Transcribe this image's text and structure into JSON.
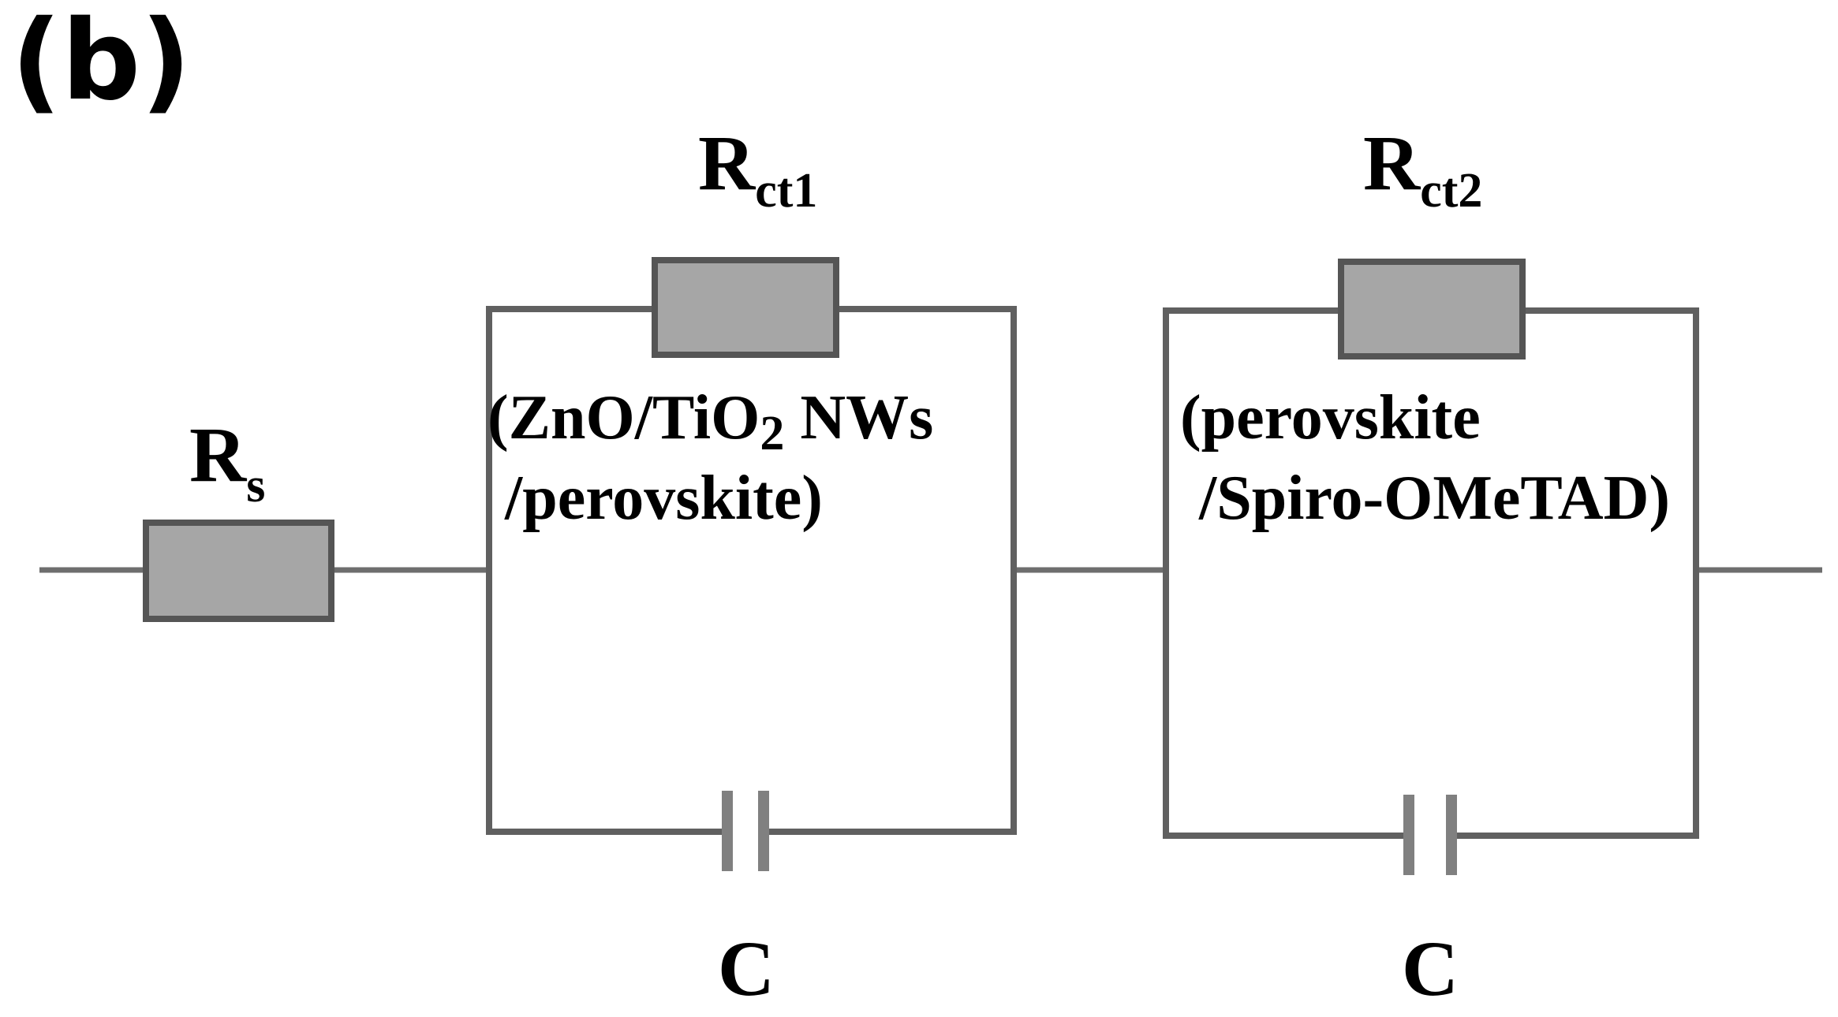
{
  "panel_label": "(b)",
  "components": {
    "rs": {
      "main": "R",
      "sub": "s"
    },
    "rct1": {
      "main": "R",
      "sub": "ct1"
    },
    "rct2": {
      "main": "R",
      "sub": "ct2"
    },
    "c1": {
      "label": "C"
    },
    "c2": {
      "label": "C"
    }
  },
  "annotations": {
    "block1": {
      "line1_pre": "(ZnO/TiO",
      "line1_sub": "2",
      "line1_post": " NWs",
      "line2": "/perovskite)"
    },
    "block2": {
      "line1": "(perovskite",
      "line2": "/Spiro-OMeTAD)"
    }
  },
  "colors": {
    "wire": "#6e6e6e",
    "resistor_fill": "#a6a6a6",
    "resistor_stroke": "#555555",
    "capacitor": "#808080"
  }
}
